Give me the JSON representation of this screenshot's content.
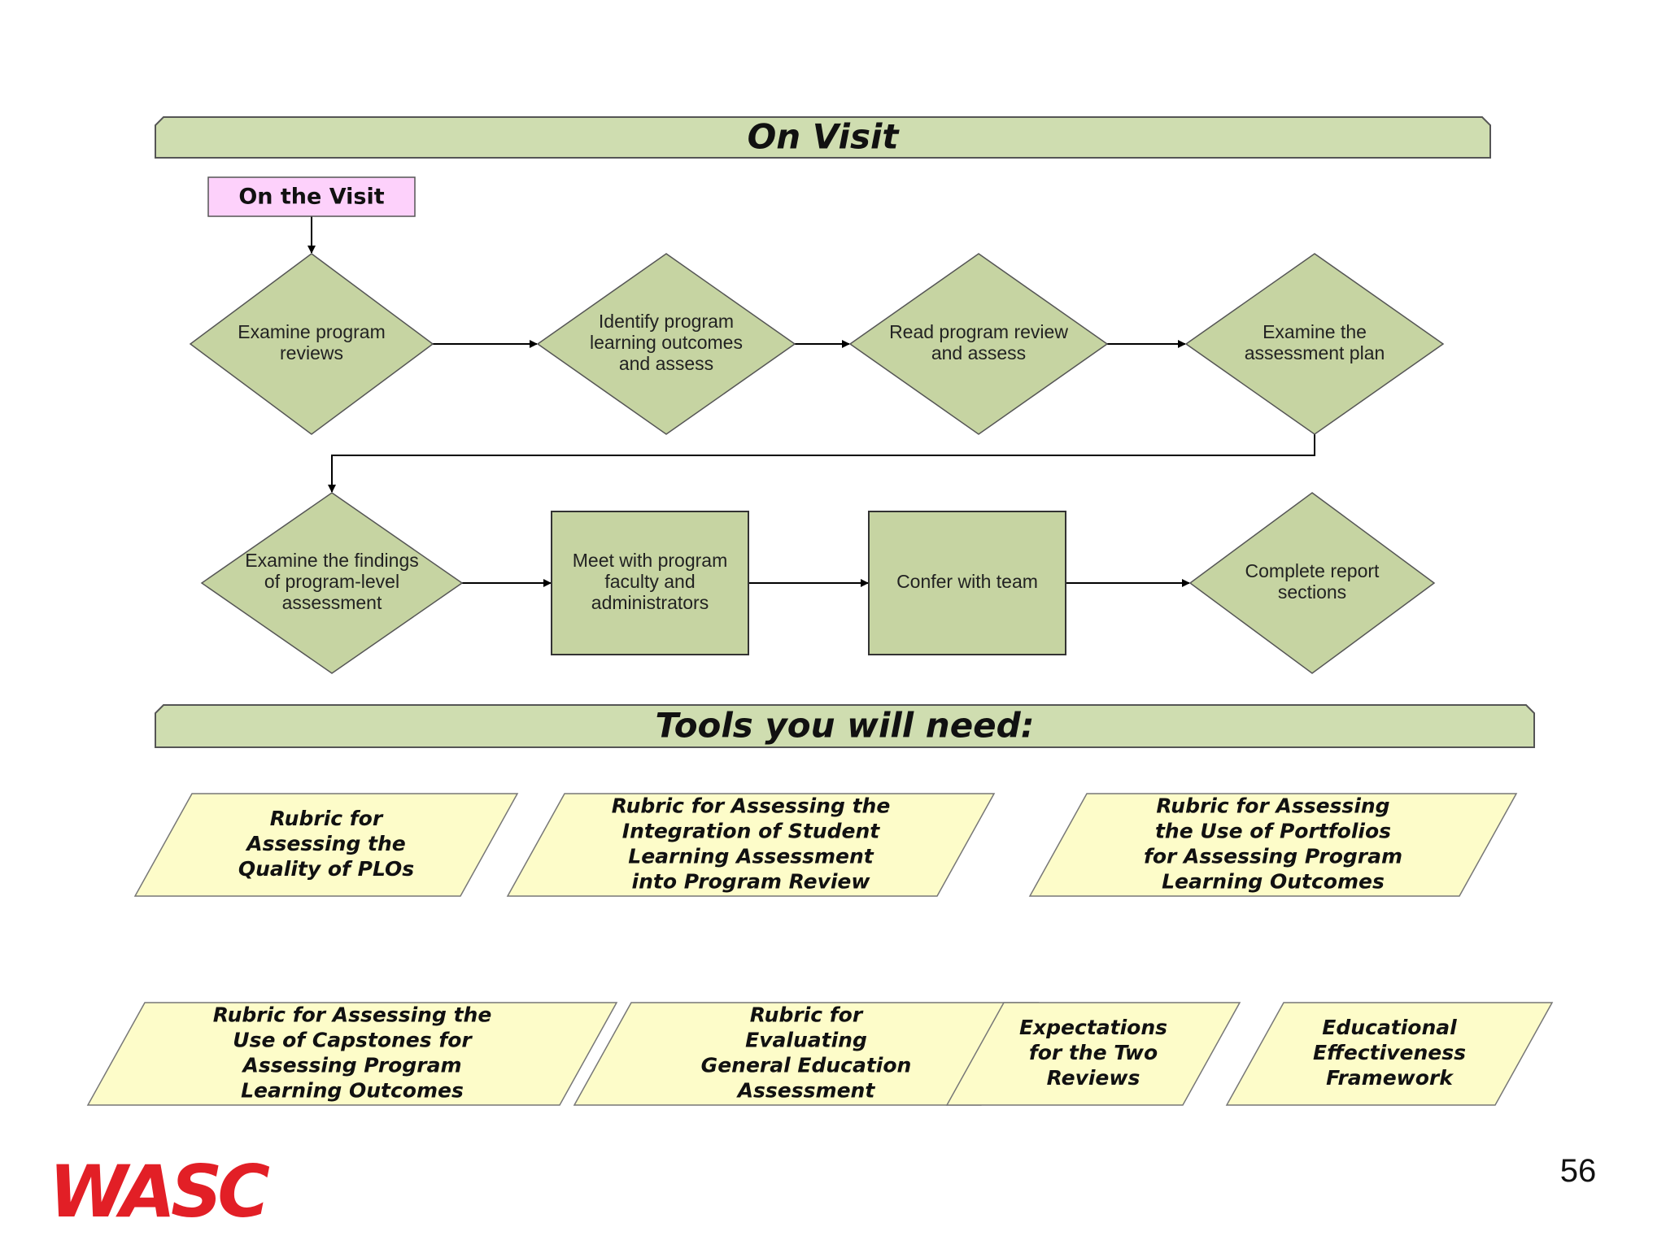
{
  "banners": {
    "on_visit": "On Visit",
    "tools": "Tools you will need:"
  },
  "start": {
    "label": "On the Visit"
  },
  "steps": [
    {
      "id": "s1",
      "shape": "diamond",
      "lines": [
        "Examine program",
        "reviews"
      ]
    },
    {
      "id": "s2",
      "shape": "diamond",
      "lines": [
        "Identify program",
        "learning outcomes",
        "and assess"
      ]
    },
    {
      "id": "s3",
      "shape": "diamond",
      "lines": [
        "Read program review",
        "and assess"
      ]
    },
    {
      "id": "s4",
      "shape": "diamond",
      "lines": [
        "Examine the",
        "assessment plan"
      ]
    },
    {
      "id": "s5",
      "shape": "diamond",
      "lines": [
        "Examine the findings",
        "of program-level",
        "assessment"
      ]
    },
    {
      "id": "s6",
      "shape": "rect",
      "lines": [
        "Meet with program",
        "faculty and",
        "administrators"
      ]
    },
    {
      "id": "s7",
      "shape": "rect",
      "lines": [
        "Confer with team"
      ]
    },
    {
      "id": "s8",
      "shape": "diamond",
      "lines": [
        "Complete report",
        "sections"
      ]
    }
  ],
  "edges": [
    [
      "start",
      "s1"
    ],
    [
      "s1",
      "s2"
    ],
    [
      "s2",
      "s3"
    ],
    [
      "s3",
      "s4"
    ],
    [
      "s4",
      "s5"
    ],
    [
      "s5",
      "s6"
    ],
    [
      "s6",
      "s7"
    ],
    [
      "s7",
      "s8"
    ]
  ],
  "tools": [
    {
      "id": "t1",
      "lines": [
        "Rubric for",
        "Assessing the",
        "Quality of PLOs"
      ]
    },
    {
      "id": "t2",
      "lines": [
        "Rubric for Assessing the",
        "Integration of Student",
        "Learning Assessment",
        "into Program Review"
      ]
    },
    {
      "id": "t3",
      "lines": [
        "Rubric for Assessing",
        "the Use of Portfolios",
        "for Assessing Program",
        "Learning Outcomes"
      ]
    },
    {
      "id": "t4",
      "lines": [
        "Rubric for Assessing the",
        "Use of Capstones for",
        "Assessing Program",
        "Learning Outcomes"
      ]
    },
    {
      "id": "t5",
      "lines": [
        "Rubric for",
        "Evaluating",
        "General Education",
        "Assessment"
      ]
    },
    {
      "id": "t6",
      "lines": [
        "Expectations",
        "for the Two",
        "Reviews"
      ]
    },
    {
      "id": "t7",
      "lines": [
        "Educational",
        "Effectiveness",
        "Framework"
      ]
    }
  ],
  "logo": {
    "text": "WASC"
  },
  "page_number": "56",
  "colors": {
    "banner_fill": "#cfddb0",
    "step_fill": "#c6d4a2",
    "start_fill": "#fdd1fb",
    "tool_fill": "#fdfcc9",
    "logo": "#e21f26"
  }
}
